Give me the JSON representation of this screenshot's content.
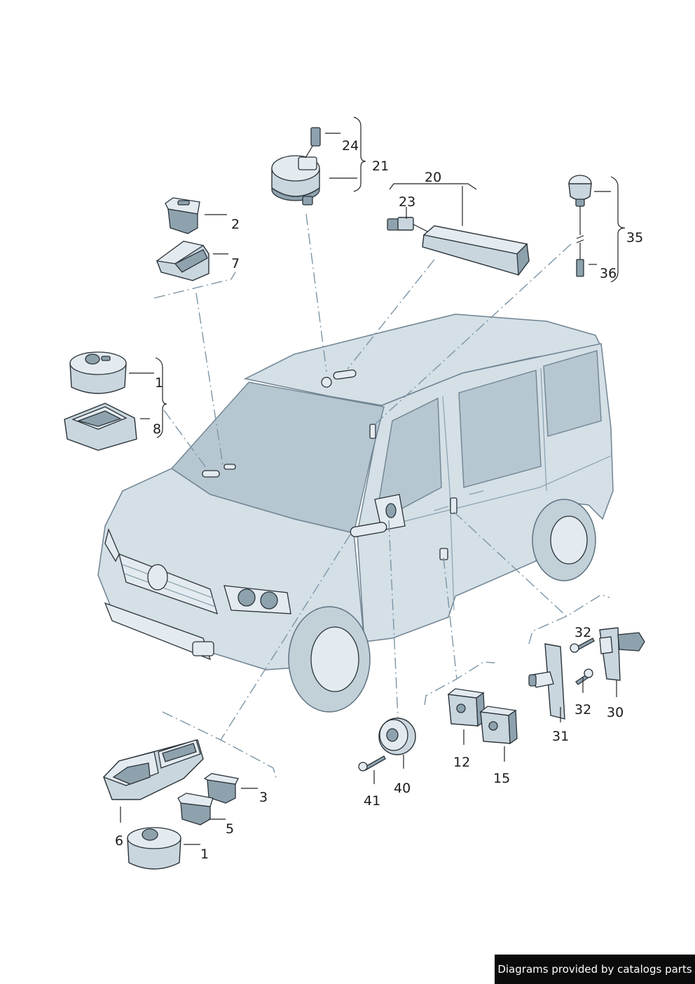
{
  "callouts": {
    "c1a": "1",
    "c1b": "1",
    "c2": "2",
    "c3": "3",
    "c5": "5",
    "c6": "6",
    "c7": "7",
    "c8": "8",
    "c12": "12",
    "c15": "15",
    "c20": "20",
    "c21": "21",
    "c23": "23",
    "c24": "24",
    "c30": "30",
    "c31": "31",
    "c32a": "32",
    "c32b": "32",
    "c35": "35",
    "c36": "36",
    "c40": "40",
    "c41": "41"
  },
  "footer": {
    "credit": "Diagrams provided by catalogs parts"
  },
  "colors": {
    "part_fill": "#c9d6de",
    "outline": "#2a3238",
    "leader_dash": "#7d96a6",
    "footer_bg": "#0b0b0b"
  }
}
